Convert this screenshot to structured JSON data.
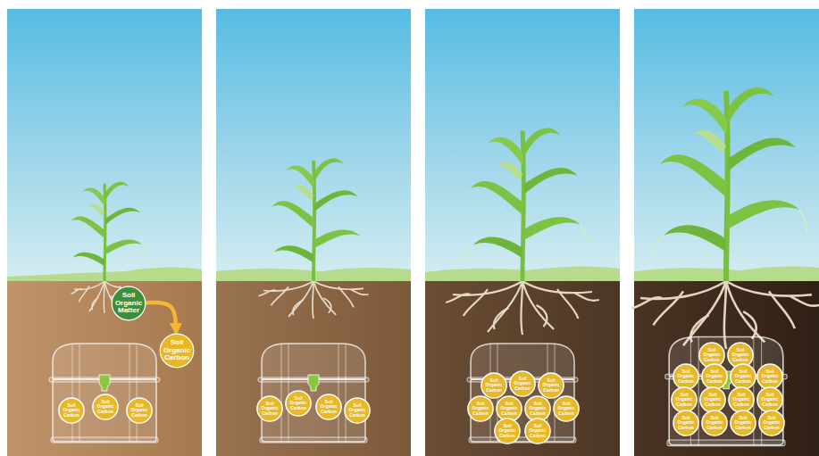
{
  "diagram": {
    "nodes": [
      {
        "text": [
          "Soil Organic Matter"
        ]
      },
      {
        "text": [
          "Soil Organic Carbon"
        ]
      },
      {
        "text": [
          "Soil Organic Carbon"
        ]
      },
      {
        "text": [
          "Soil Organic Carbon"
        ]
      },
      {
        "text": [
          "Soil Organic Carbon"
        ]
      },
      {
        "text": [
          "Soil Organic Carbon"
        ]
      },
      {
        "text": [
          "Soil Organic Carbon"
        ]
      },
      {
        "text": [
          "Soil Organic Carbon"
        ]
      },
      {
        "text": [
          "Soil Organic Carbon"
        ]
      },
      {
        "text": [
          "Soil Organic Carbon"
        ]
      },
      {
        "text": [
          "Soil Organic Carbon"
        ]
      },
      {
        "text": [
          "Soil Organic Carbon"
        ]
      },
      {
        "text": [
          "Soil Organic Carbon"
        ]
      },
      {
        "text": [
          "Soil Organic Carbon"
        ]
      },
      {
        "text": [
          "Soil Organic Carbon"
        ]
      },
      {
        "text": [
          "Soil Organic Carbon"
        ]
      },
      {
        "text": [
          "Soil Organic Carbon"
        ]
      },
      {
        "text": [
          "Soil Organic Carbon"
        ]
      },
      {
        "text": [
          "Soil Organic Carbon"
        ]
      },
      {
        "text": [
          "Soil Organic Carbon"
        ]
      },
      {
        "text": [
          "Soil Organic Carbon"
        ]
      },
      {
        "text": [
          "Soil Organic Carbon"
        ]
      },
      {
        "text": [
          "Soil Organic Carbon"
        ]
      },
      {
        "text": [
          "Soil Organic Carbon"
        ]
      },
      {
        "text": [
          "Soil Organic Carbon"
        ]
      },
      {
        "text": [
          "Soil Organic Carbon"
        ]
      },
      {
        "text": [
          "Soil Organic Carbon"
        ]
      },
      {
        "text": [
          "Soil Organic Carbon"
        ]
      },
      {
        "text": [
          "Soil Organic Carbon"
        ]
      },
      {
        "text": [
          "Soil Organic Carbon"
        ]
      },
      {
        "text": [
          "Soil Organic Carbon"
        ]
      },
      {
        "text": [
          "Soil Organic Carbon"
        ]
      }
    ],
    "edges": [
      {
        "from": 0,
        "to": 1,
        "arrow": "to"
      }
    ]
  }
}
